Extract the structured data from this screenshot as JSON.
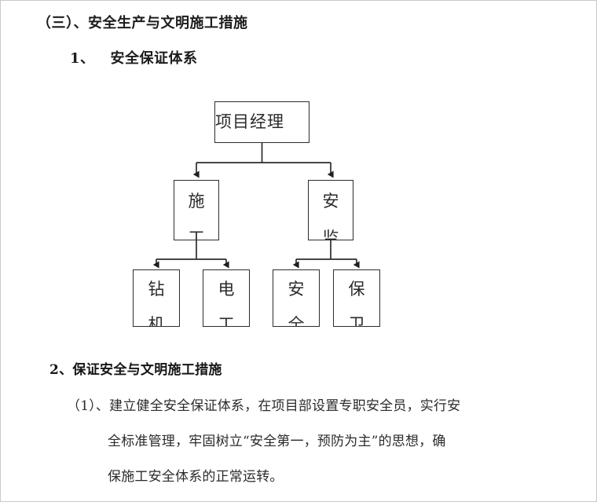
{
  "document": {
    "section_heading": "（三）、安全生产与文明施工措施",
    "sub_heading_number": "1、",
    "sub_heading_text": "安全保证体系",
    "measures_heading": "2、保证安全与文明施工措施",
    "paragraph_lines": [
      "（1）、建立健全安全保证体系，在项目部设置专职安全员，实行安",
      "全标准管理，牢固树立“安全第一，预防为主”的思想，确",
      "保施工安全体系的正常运转。"
    ]
  },
  "orgchart": {
    "type": "hierarchy",
    "line_color": "#2c2c2c",
    "box_border_color": "#2c2c2c",
    "text_color": "#2b2b2b",
    "root": {
      "id": "project-manager",
      "label": "项目经理",
      "orientation": "horizontal"
    },
    "level2": [
      {
        "id": "construction",
        "label": "施工",
        "chars": [
          "施",
          "工"
        ],
        "orientation": "vertical"
      },
      {
        "id": "safety-supervision",
        "label": "安监",
        "chars": [
          "安",
          "监"
        ],
        "orientation": "vertical"
      }
    ],
    "level3": [
      {
        "id": "drill-crew",
        "parent": "construction",
        "label": "钻机",
        "chars": [
          "钻",
          "机"
        ],
        "orientation": "vertical"
      },
      {
        "id": "electrician",
        "parent": "construction",
        "label": "电工",
        "chars": [
          "电",
          "工"
        ],
        "orientation": "vertical"
      },
      {
        "id": "safety",
        "parent": "safety-supervision",
        "label": "安全",
        "chars": [
          "安",
          "全"
        ],
        "orientation": "vertical"
      },
      {
        "id": "security",
        "parent": "safety-supervision",
        "label": "保卫",
        "chars": [
          "保",
          "卫"
        ],
        "orientation": "vertical"
      }
    ]
  }
}
